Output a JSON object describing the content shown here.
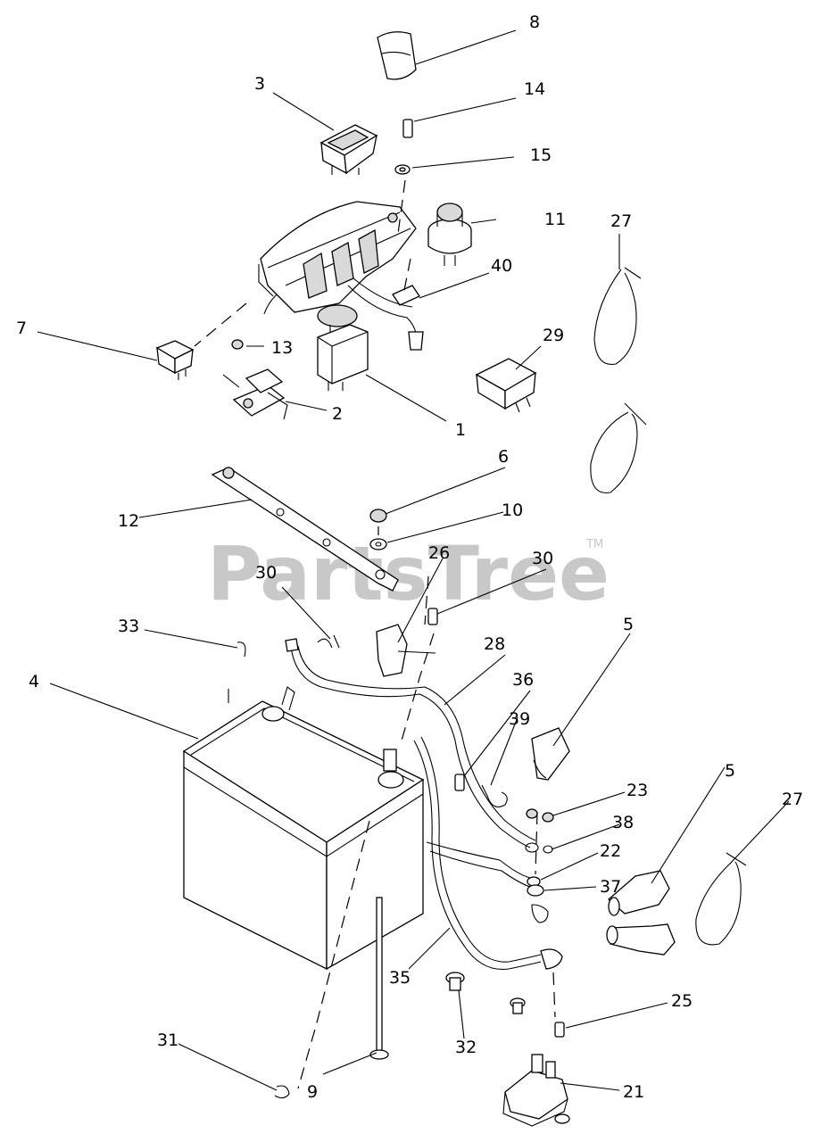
{
  "watermark": {
    "text": "PartsTree",
    "tm": "TM"
  },
  "callouts": [
    "8",
    "3",
    "14",
    "15",
    "11",
    "27",
    "40",
    "7",
    "13",
    "29",
    "2",
    "1",
    "6",
    "12",
    "10",
    "26",
    "30",
    "30",
    "33",
    "5",
    "28",
    "4",
    "36",
    "39",
    "23",
    "5",
    "27",
    "38",
    "22",
    "37",
    "35",
    "25",
    "32",
    "31",
    "9",
    "21"
  ]
}
